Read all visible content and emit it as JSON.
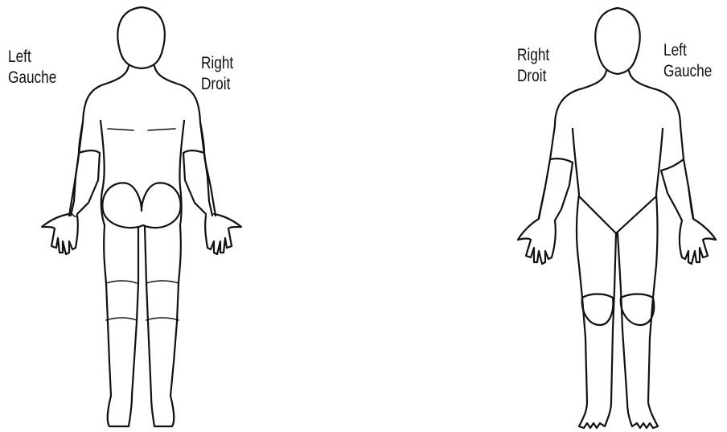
{
  "back_view": {
    "left_label": {
      "en": "Left",
      "fr": "Gauche"
    },
    "right_label": {
      "en": "Right",
      "fr": "Droit"
    }
  },
  "front_view": {
    "right_label": {
      "en": "Right",
      "fr": "Droit"
    },
    "left_label": {
      "en": "Left",
      "fr": "Gauche"
    }
  },
  "colors": {
    "line": "#111111",
    "background": "#ffffff"
  }
}
